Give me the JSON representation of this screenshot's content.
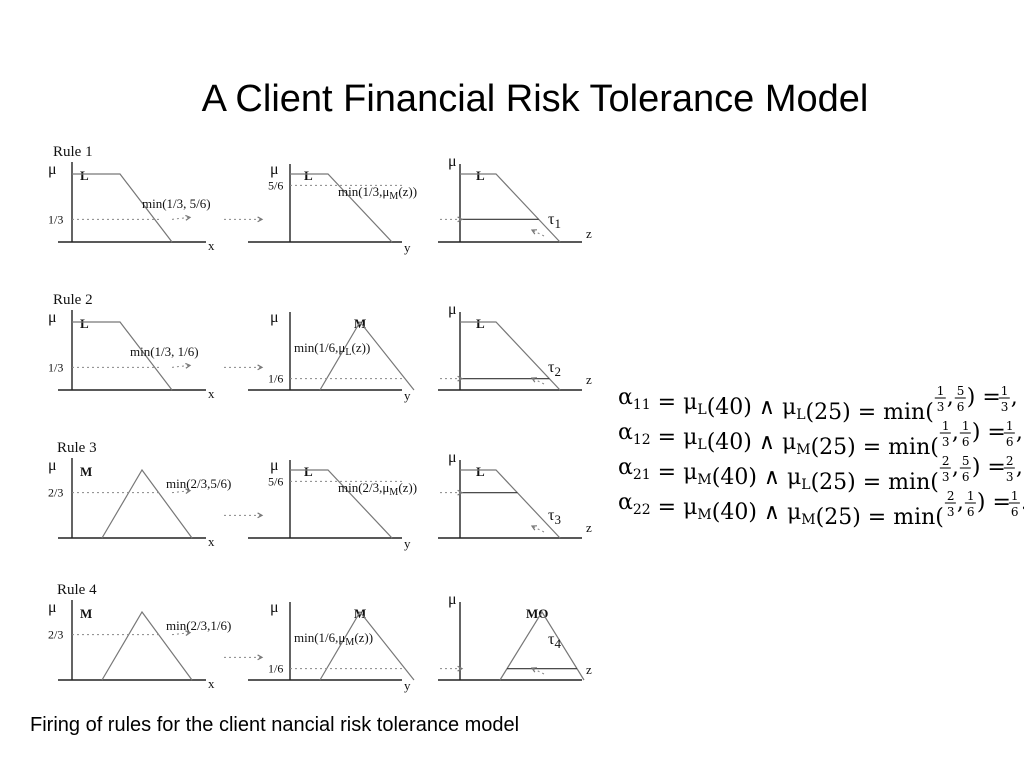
{
  "title": "A Client Financial Risk Tolerance Model",
  "caption": "Firing of rules for the client nancial risk tolerance model",
  "mu": "μ",
  "rules": [
    {
      "name": "Rule 1",
      "x_panel": {
        "set": "L",
        "level": "1/3",
        "annotation": "min(1/3, 5/6)",
        "axis": "x"
      },
      "y_panel": {
        "set": "L",
        "level": "5/6",
        "annotation_pre": "min(1/3,",
        "annotation_fn": "μ",
        "annotation_sub": "M",
        "annotation_post": "(z))",
        "axis": "y"
      },
      "z_panel": {
        "set": "L",
        "tau": "τ",
        "tau_sub": "1",
        "axis": "z"
      }
    },
    {
      "name": "Rule 2",
      "x_panel": {
        "set": "L",
        "level": "1/3",
        "annotation": "min(1/3, 1/6)",
        "axis": "x"
      },
      "y_panel": {
        "set": "M",
        "level": "1/6",
        "annotation_pre": "min(1/6,",
        "annotation_fn": "μ",
        "annotation_sub": "L",
        "annotation_post": "(z))",
        "axis": "y"
      },
      "z_panel": {
        "set": "L",
        "tau": "τ",
        "tau_sub": "2",
        "axis": "z"
      }
    },
    {
      "name": "Rule 3",
      "x_panel": {
        "set": "M",
        "level": "2/3",
        "annotation": "min(2/3,5/6)",
        "axis": "x"
      },
      "y_panel": {
        "set": "L",
        "level": "5/6",
        "annotation_pre": "min(2/3,",
        "annotation_fn": "μ",
        "annotation_sub": "M",
        "annotation_post": "(z))",
        "axis": "y"
      },
      "z_panel": {
        "set": "L",
        "tau": "τ",
        "tau_sub": "3",
        "axis": "z"
      }
    },
    {
      "name": "Rule 4",
      "x_panel": {
        "set": "M",
        "level": "2/3",
        "annotation": "min(2/3,1/6)",
        "axis": "x"
      },
      "y_panel": {
        "set": "M",
        "level": "1/6",
        "annotation_pre": "min(1/6,",
        "annotation_fn": "μ",
        "annotation_sub": "M",
        "annotation_post": "(z))",
        "axis": "y"
      },
      "z_panel": {
        "set": "MO",
        "tau": "τ",
        "tau_sub": "4",
        "axis": "z"
      }
    }
  ],
  "equations": [
    {
      "alpha": "α",
      "alpha_sub": "11",
      "lhs": "= μ",
      "s1": "L",
      "m1": "(40) ∧ μ",
      "s2": "L",
      "m2": "(25) = min(",
      "f1n": "1",
      "f1d": "3",
      "f2n": "5",
      "f2d": "6",
      "eqv": ") = ",
      "rn": "1",
      "rd": "3",
      "end": ","
    },
    {
      "alpha": "α",
      "alpha_sub": "12",
      "lhs": "= μ",
      "s1": "L",
      "m1": "(40) ∧ μ",
      "s2": "M",
      "m2": "(25) = min(",
      "f1n": "1",
      "f1d": "3",
      "f2n": "1",
      "f2d": "6",
      "eqv": ") = ",
      "rn": "1",
      "rd": "6",
      "end": ","
    },
    {
      "alpha": "α",
      "alpha_sub": "21",
      "lhs": "= μ",
      "s1": "M",
      "m1": "(40) ∧ μ",
      "s2": "L",
      "m2": "(25) = min(",
      "f1n": "2",
      "f1d": "3",
      "f2n": "5",
      "f2d": "6",
      "eqv": ") = ",
      "rn": "2",
      "rd": "3",
      "end": ","
    },
    {
      "alpha": "α",
      "alpha_sub": "22",
      "lhs": "= μ",
      "s1": "M",
      "m1": "(40) ∧ μ",
      "s2": "M",
      "m2": "(25) = min(",
      "f1n": "2",
      "f1d": "3",
      "f2n": "1",
      "f2d": "6",
      "eqv": ") = ",
      "rn": "1",
      "rd": "6",
      "end": "."
    }
  ]
}
